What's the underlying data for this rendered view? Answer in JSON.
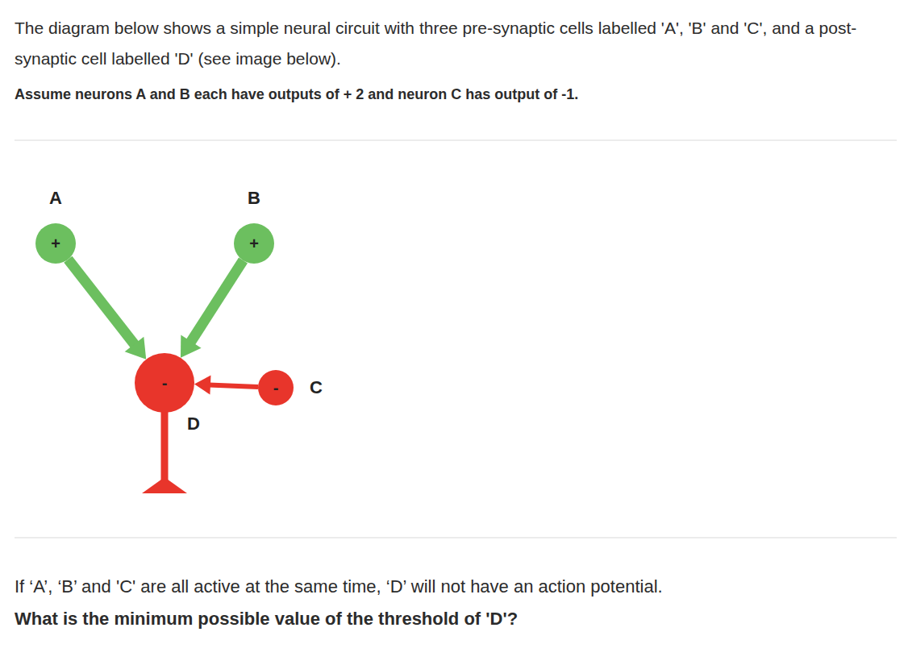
{
  "diagram": {
    "nodes": [
      {
        "text": [
          "A",
          "+"
        ]
      },
      {
        "text": [
          "B",
          "+"
        ]
      },
      {
        "text": [
          "-",
          "D"
        ]
      },
      {
        "text": [
          "-",
          "C"
        ]
      }
    ],
    "edges": [
      {
        "from": 0,
        "to": 2,
        "arrow": "to"
      },
      {
        "from": 1,
        "to": 2,
        "arrow": "to"
      },
      {
        "from": 3,
        "to": 2,
        "arrow": "to"
      }
    ],
    "labels": [
      "The diagram below shows a simple neural circuit with three pre-synaptic cells labelled 'A', 'B' and 'C', and a post-synaptic cell labelled 'D' (see image below).",
      "Assume neurons A and B each have outputs of + 2 and neuron C has output of -1.",
      "If ‘A’, ‘B’ and 'C' are all active at the same time, ‘D’ will not have an action potential.",
      "What is the minimum possible value of the threshold of 'D'?"
    ]
  }
}
